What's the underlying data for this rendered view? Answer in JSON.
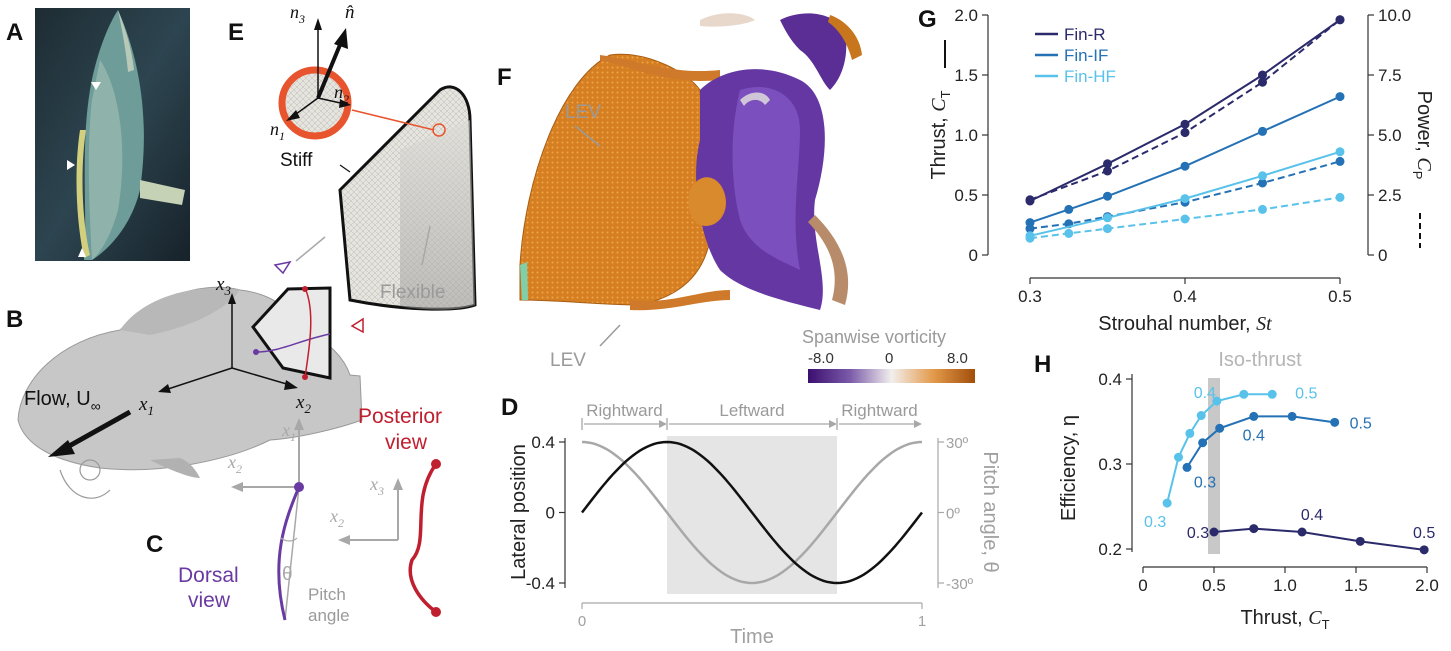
{
  "panels": {
    "A": "A",
    "B": "B",
    "C": "C",
    "D": "D",
    "E": "E",
    "F": "F",
    "G": "G",
    "H": "H"
  },
  "colors": {
    "fin_r": "#2b2a6b",
    "fin_if": "#2471b5",
    "fin_hf": "#59c2ea",
    "dorsal": "#6a3aa3",
    "posterior": "#c01f2f",
    "grey": "#a8a8a8",
    "orange": "#c8761e"
  },
  "panel_b": {
    "flow_label": "Flow, U",
    "flow_sub": "∞",
    "x1": "x",
    "x1_sub": "1",
    "x2": "x",
    "x2_sub": "2",
    "x3": "x",
    "x3_sub": "3"
  },
  "panel_c": {
    "dorsal_view": [
      "Dorsal",
      "view"
    ],
    "posterior_view": [
      "Posterior",
      "view"
    ],
    "theta": "θ",
    "pitch_angle": [
      "Pitch",
      "angle"
    ],
    "x1": "x",
    "x1_sub": "1",
    "x2": "x",
    "x2_sub": "2",
    "x2b": "x",
    "x2b_sub": "2",
    "x3": "x",
    "x3_sub": "3"
  },
  "panel_e": {
    "n1": "n",
    "n1_sub": "1",
    "n2": "n",
    "n2_sub": "2",
    "n3": "n",
    "n3_sub": "3",
    "nhat": "n̂",
    "stiff": "Stiff",
    "flexible": "Flexible"
  },
  "panel_f": {
    "lev_top": "LEV",
    "lev_bottom": "LEV",
    "colorbar_title": "Spanwise vorticity",
    "colorbar_ticks": [
      "-8.0",
      "0",
      "8.0"
    ]
  },
  "chart_data": [
    {
      "id": "G",
      "type": "line",
      "xlabel": "Strouhal number, St",
      "ylabel_left": "Thrust, C",
      "ylabel_left_sub": "T",
      "ylabel_right": "Power, C",
      "ylabel_right_sub": "P",
      "xlim": [
        0.3,
        0.5
      ],
      "ylim_left": [
        0,
        2.0
      ],
      "ylim_right": [
        0,
        10.0
      ],
      "xticks": [
        "0.3",
        "0.4",
        "0.5"
      ],
      "yticks_left": [
        "0",
        "0.5",
        "1.0",
        "1.5",
        "2.0"
      ],
      "yticks_right": [
        "0",
        "2.5",
        "5.0",
        "7.5",
        "10.0"
      ],
      "legend": [
        "Fin-R",
        "Fin-IF",
        "Fin-HF"
      ],
      "legend_position": "top-left",
      "x": [
        0.3,
        0.35,
        0.4,
        0.45,
        0.5
      ],
      "series": [
        {
          "name": "Fin-R",
          "kind": "thrust",
          "values": [
            0.45,
            0.76,
            1.09,
            1.5,
            1.96
          ]
        },
        {
          "name": "Fin-R",
          "kind": "power",
          "values": [
            2.3,
            3.5,
            5.1,
            7.2,
            9.8
          ]
        },
        {
          "name": "Fin-IF",
          "kind": "thrust",
          "values": [
            0.27,
            0.49,
            0.74,
            1.03,
            1.32
          ]
        },
        {
          "name": "Fin-IF",
          "kind": "power",
          "values": [
            1.1,
            1.6,
            2.2,
            3.0,
            3.9
          ]
        },
        {
          "name": "Fin-HF",
          "kind": "thrust",
          "values": [
            0.16,
            0.31,
            0.47,
            0.66,
            0.86
          ]
        },
        {
          "name": "Fin-HF",
          "kind": "power",
          "values": [
            0.7,
            1.1,
            1.5,
            1.9,
            2.4
          ]
        }
      ],
      "extra_x": [
        0.325,
        0.375
      ],
      "extra_points": [
        {
          "name": "Fin-IF",
          "kind": "thrust",
          "x": 0.325,
          "value": 0.38
        },
        {
          "name": "Fin-IF",
          "kind": "power",
          "x": 0.325,
          "value": 1.3
        },
        {
          "name": "Fin-HF",
          "kind": "power",
          "x": 0.325,
          "value": 0.9
        }
      ]
    },
    {
      "id": "D",
      "type": "line",
      "xlabel": "Time",
      "ylabel_left": "Lateral position",
      "ylabel_right": "Pitch angle, θ",
      "xlim": [
        0,
        1
      ],
      "ylim_left": [
        -0.4,
        0.4
      ],
      "ylim_right": [
        -30,
        30
      ],
      "xticks": [
        "0",
        "1"
      ],
      "yticks_left": [
        "0.4",
        "0",
        "-0.4"
      ],
      "yticks_right": [
        "30º",
        "0º",
        "-30º"
      ],
      "phases": [
        {
          "label": "Rightward",
          "start": 0,
          "end": 0.25
        },
        {
          "label": "Leftward",
          "start": 0.25,
          "end": 0.75
        },
        {
          "label": "Rightward",
          "start": 0.75,
          "end": 1
        }
      ],
      "shaded": [
        0.25,
        0.75
      ],
      "series": [
        {
          "kind": "lateral",
          "function": "0.4*sin(2πt)"
        },
        {
          "kind": "pitch",
          "function": "30*cos(2πt)"
        }
      ]
    },
    {
      "id": "H",
      "type": "line",
      "xlabel": "Thrust, C",
      "xlabel_sub": "T",
      "ylabel": "Efficiency, η",
      "xlim": [
        0,
        2.0
      ],
      "ylim": [
        0.2,
        0.4
      ],
      "xticks": [
        "0",
        "0.5",
        "1.0",
        "1.5",
        "2.0"
      ],
      "yticks": [
        "0.2",
        "0.3",
        "0.4"
      ],
      "iso_thrust_label": "Iso-thrust",
      "iso_thrust_x": 0.5,
      "series": [
        {
          "name": "Fin-HF",
          "x": [
            0.17,
            0.25,
            0.33,
            0.41,
            0.52,
            0.71,
            0.91
          ],
          "y": [
            0.254,
            0.308,
            0.336,
            0.357,
            0.374,
            0.382,
            0.382
          ],
          "labels": [
            {
              "text": "0.3",
              "i": 0
            },
            {
              "text": "0.4",
              "i": 4
            },
            {
              "text": "0.5",
              "i": 6
            }
          ]
        },
        {
          "name": "Fin-IF",
          "x": [
            0.31,
            0.42,
            0.54,
            0.78,
            1.05,
            1.35
          ],
          "y": [
            0.296,
            0.325,
            0.342,
            0.356,
            0.356,
            0.349
          ],
          "labels": [
            {
              "text": "0.3",
              "i": 0
            },
            {
              "text": "0.4",
              "i": 3
            },
            {
              "text": "0.5",
              "i": 5
            }
          ]
        },
        {
          "name": "Fin-R",
          "x": [
            0.5,
            0.78,
            1.12,
            1.53,
            1.98
          ],
          "y": [
            0.22,
            0.224,
            0.22,
            0.209,
            0.199
          ],
          "labels": [
            {
              "text": "0.3",
              "i": 0
            },
            {
              "text": "0.4",
              "i": 2
            },
            {
              "text": "0.5",
              "i": 4
            }
          ]
        }
      ]
    }
  ]
}
